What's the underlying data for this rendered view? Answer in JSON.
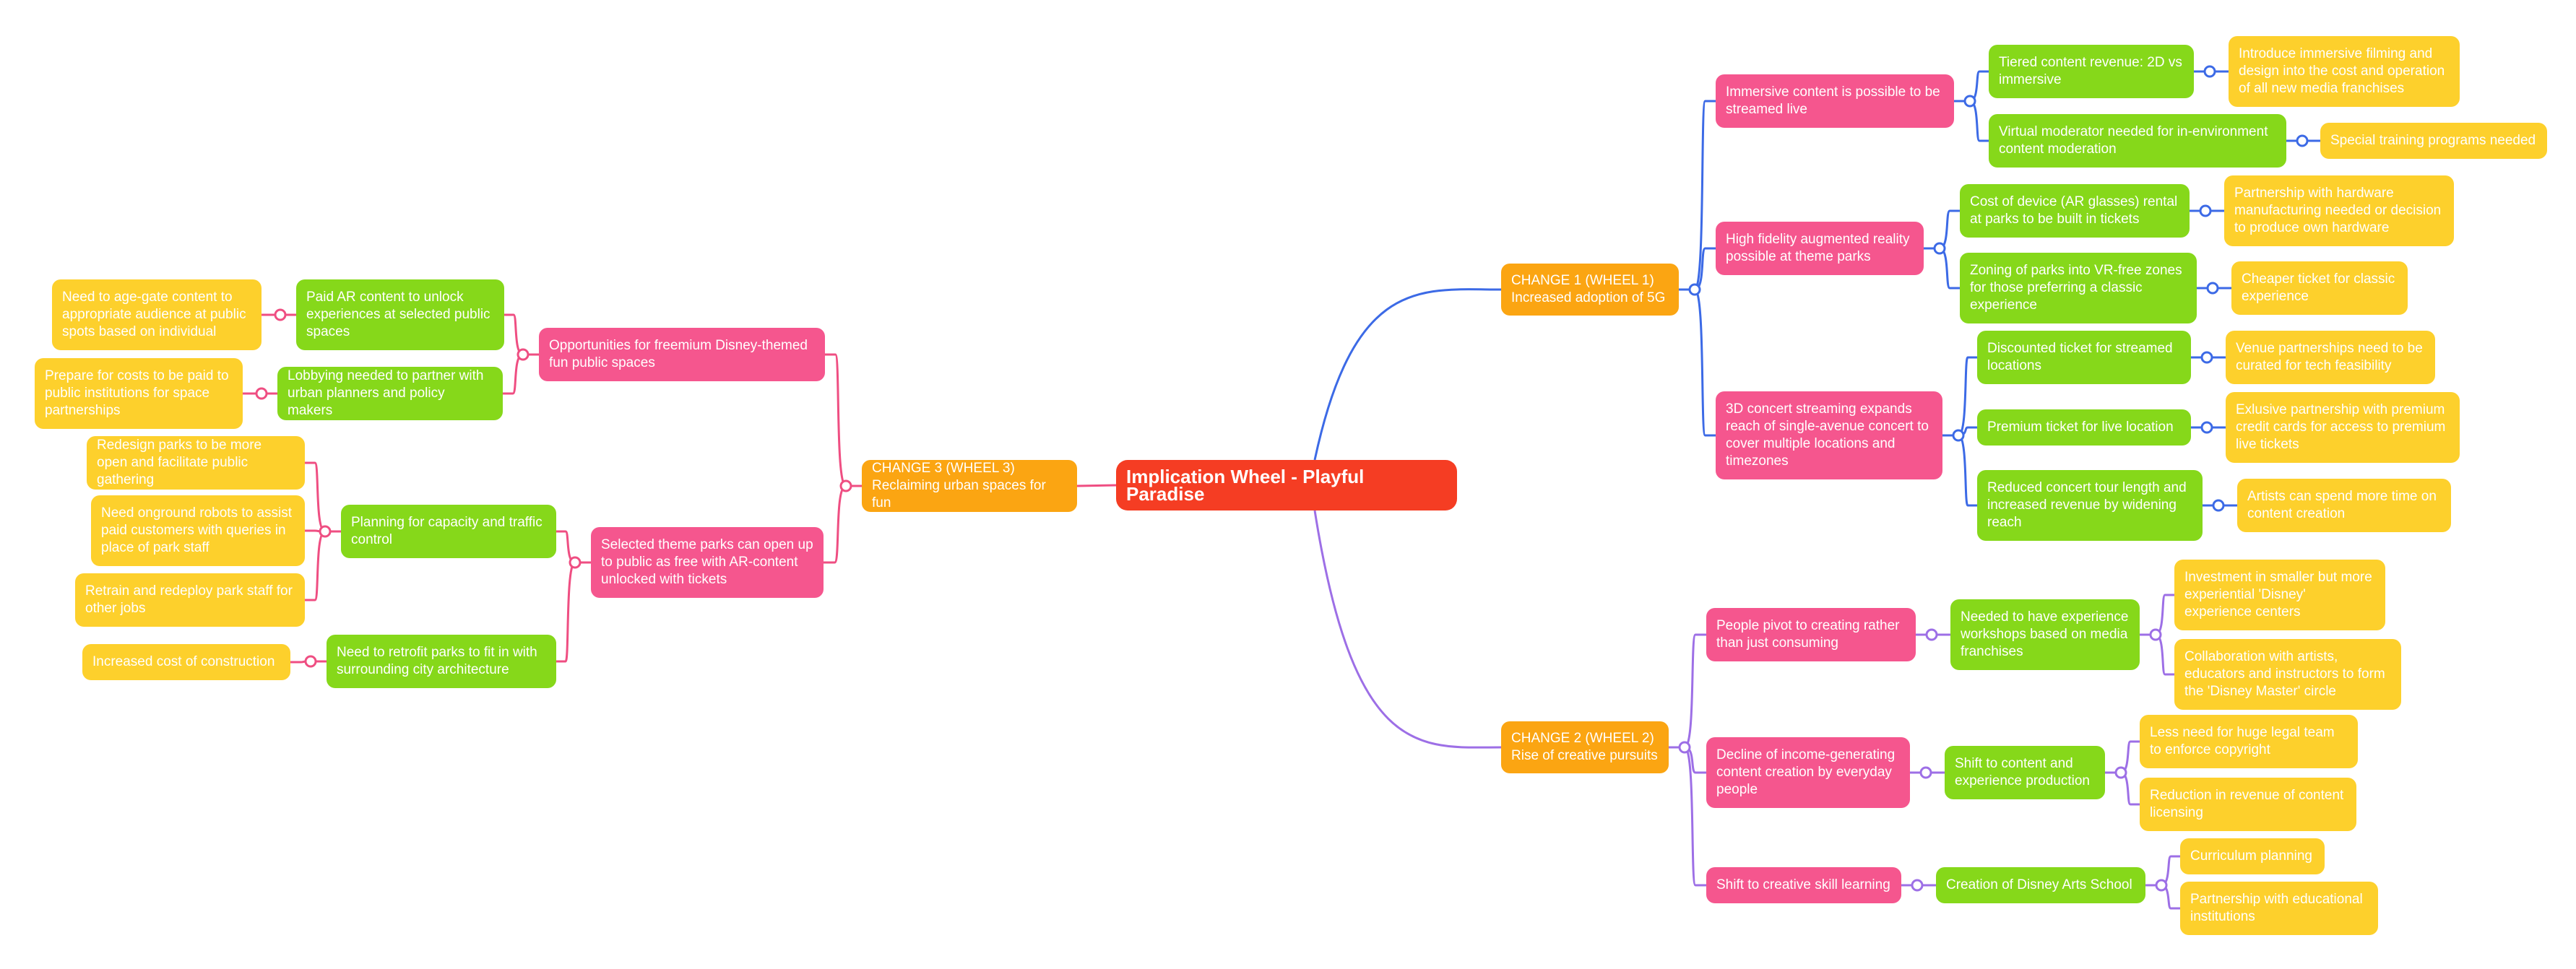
{
  "title": "Implication Wheel - Playful Paradise",
  "colors": {
    "root": "#f53d23",
    "change": "#fba512",
    "sub": "#f5568e",
    "leaf": "#86d81a",
    "tail": "#fdd02c",
    "wheel1_line": "#3c6ae6",
    "wheel2_line": "#9d6fe6",
    "wheel3_line": "#ef4e82"
  },
  "changes": {
    "c1": "CHANGE 1 (WHEEL 1)\nIncreased adoption of 5G",
    "c2": "CHANGE 2 (WHEEL 2)\nRise of creative pursuits",
    "c3": "CHANGE 3 (WHEEL 3)\nReclaiming urban spaces for fun"
  },
  "wheel1": {
    "immersive": "Immersive content is possible to be streamed live",
    "tiered": "Tiered content revenue: 2D vs immersive",
    "introduce": "Introduce immersive filming and design into the cost and operation of all new media franchises",
    "moderator": "Virtual moderator needed for in-environment content moderation",
    "training": "Special training programs needed",
    "hifi": "High fidelity augmented reality possible at theme parks",
    "device": "Cost of device (AR glasses) rental at parks to be built in tickets",
    "partnership_hw": "Partnership with hardware manufacturing needed or decision to produce own hardware",
    "zoning": "Zoning of parks into VR-free zones for those preferring a classic experience",
    "cheaper": "Cheaper ticket for classic experience",
    "concert": "3D concert streaming expands reach of single-avenue concert to cover multiple locations and timezones",
    "discounted": "Discounted ticket for streamed locations",
    "venue": "Venue partnerships need to be curated for tech feasibility",
    "premium": "Premium ticket for live location",
    "exclusive": "Exlusive partnership with premium credit cards for access to premium live tickets",
    "reduced": "Reduced concert tour length and increased revenue by widening reach",
    "artists": "Artists can spend more time on content creation"
  },
  "wheel2": {
    "pivot": "People pivot to creating rather than just consuming",
    "workshops": "Needed to have experience workshops based on media franchises",
    "investment": "Investment in smaller but more experiential 'Disney' experience centers",
    "collab": "Collaboration with artists, educators and instructors to form the 'Disney Master' circle",
    "decline": "Decline of income-generating content creation by everyday people",
    "shift_content": "Shift to content and experience production",
    "legal": "Less need for huge legal team to enforce copyright",
    "licensing": "Reduction in revenue of content licensing",
    "skill": "Shift to creative skill learning",
    "arts_school": "Creation of Disney Arts School",
    "curriculum": "Curriculum planning",
    "edu": "Partnership with educational institutions"
  },
  "wheel3": {
    "freemium": "Opportunities for freemium Disney-themed fun public spaces",
    "paid_ar": "Paid AR content to unlock experiences at selected public spaces",
    "age_gate": "Need to age-gate content to appropriate audience at public spots based on individual",
    "lobbying": "Lobbying needed to partner with urban planners and policy makers",
    "prepare": "Prepare for costs to be paid to public institutions for space partnerships",
    "selected": "Selected theme parks can open up to public as free with AR-content unlocked with tickets",
    "capacity": "Planning for capacity and traffic control",
    "redesign": "Redesign parks to be more open and facilitate public gathering",
    "robots": "Need onground robots to assist paid customers with queries in place of park staff",
    "retrain": "Retrain and redeploy park staff for other jobs",
    "retrofit": "Need to retrofit parks to fit in with surrounding city architecture",
    "construction": "Increased cost of construction"
  }
}
